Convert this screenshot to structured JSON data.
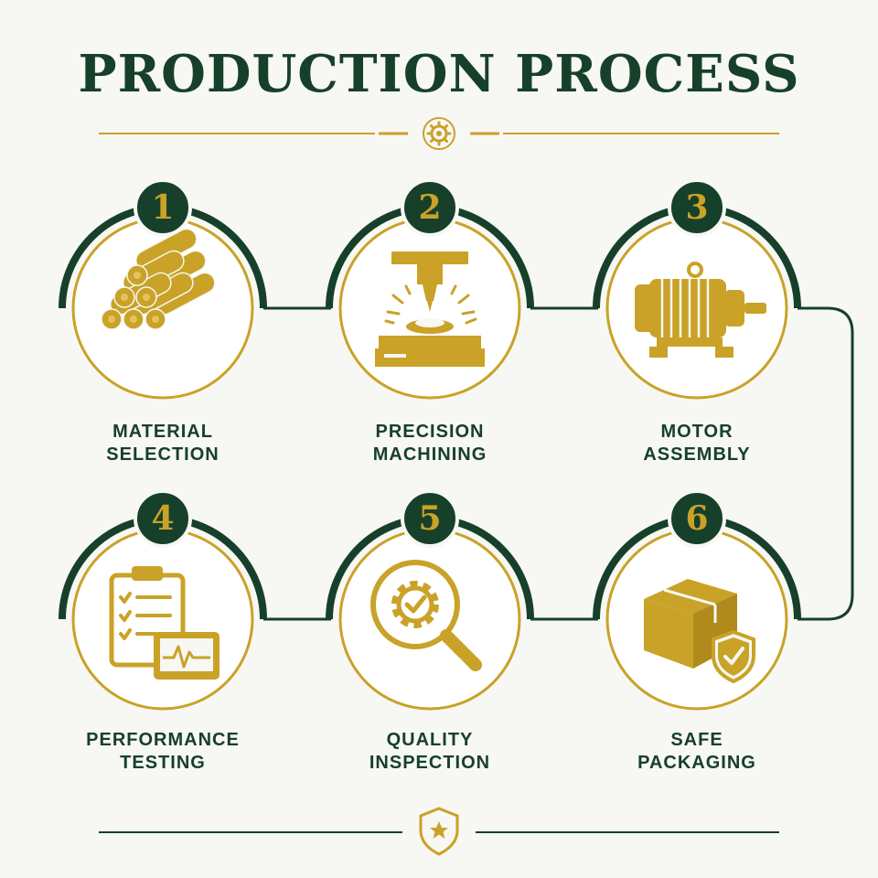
{
  "header": {
    "title": "PRODUCTION PROCESS",
    "divider_icon": "gear-icon"
  },
  "footer": {
    "emblem_icon": "shield-star-icon"
  },
  "colors": {
    "green": "#17402a",
    "gold": "#c9a227",
    "background": "#f7f7f4"
  },
  "steps": [
    {
      "number": "1",
      "line1": "MATERIAL",
      "line2": "SELECTION",
      "icon": "metal-bars-icon"
    },
    {
      "number": "2",
      "line1": "PRECISION",
      "line2": "MACHINING",
      "icon": "cnc-machine-icon"
    },
    {
      "number": "3",
      "line1": "MOTOR",
      "line2": "ASSEMBLY",
      "icon": "electric-motor-icon"
    },
    {
      "number": "4",
      "line1": "PERFORMANCE",
      "line2": "TESTING",
      "icon": "checklist-monitor-icon"
    },
    {
      "number": "5",
      "line1": "QUALITY",
      "line2": "INSPECTION",
      "icon": "magnifier-gear-icon"
    },
    {
      "number": "6",
      "line1": "SAFE",
      "line2": "PACKAGING",
      "icon": "box-shield-icon"
    }
  ]
}
